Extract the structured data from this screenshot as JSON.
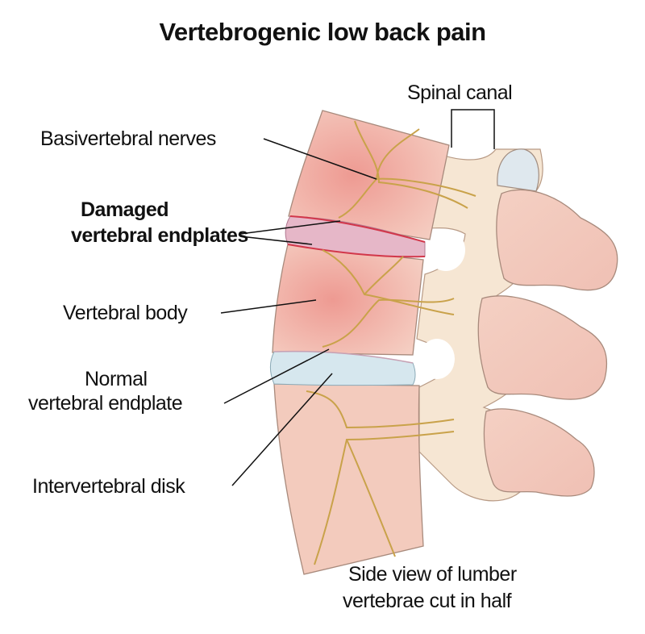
{
  "title": "Vertebrogenic low back pain",
  "labels": {
    "spinal_canal": "Spinal canal",
    "basivertebral_nerves": "Basivertebral nerves",
    "damaged_line1": "Damaged",
    "damaged_line2": "vertebral endplates",
    "vertebral_body": "Vertebral body",
    "normal_line1": "Normal",
    "normal_line2": "vertebral endplate",
    "intervertebral_disk": "Intervertebral disk"
  },
  "caption": {
    "line1": "Side view of lumber",
    "line2": "vertebrae cut in half"
  },
  "colors": {
    "bone_cut": "#f3c9bd",
    "bone_red": "#ec9a92",
    "bone_outer": "#f5e3cf",
    "nerve": "#c9a24a",
    "disk_damaged": "#e3b3c4",
    "disk_normal": "#d3e5ec",
    "endplate_damaged": "#d2374a"
  }
}
